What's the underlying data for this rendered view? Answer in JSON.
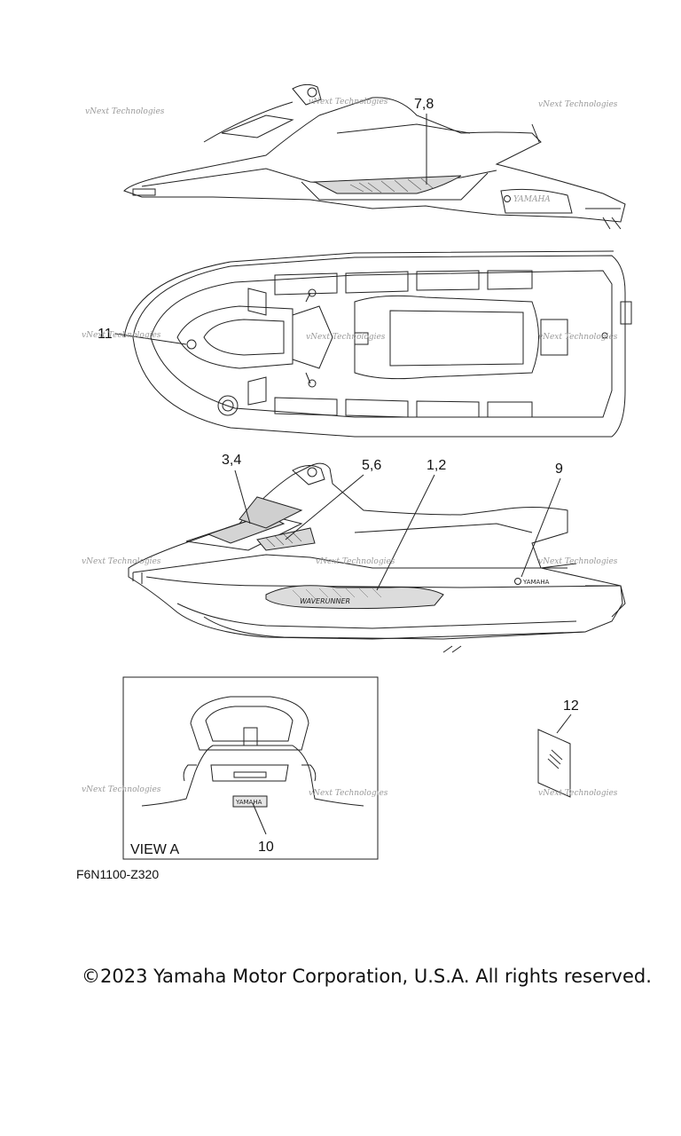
{
  "callouts": {
    "c78": "7,8",
    "c11": "11",
    "c34": "3,4",
    "c56": "5,6",
    "c12": "1,2",
    "c9": "9",
    "c12b": "12",
    "c10": "10"
  },
  "view_label": "VIEW A",
  "figure_code": "F6N1100-Z320",
  "copyright": "©2023 Yamaha Motor Corporation, U.S.A. All rights reserved.",
  "watermark": "vNext Technologies",
  "decal_texts": {
    "yamaha": "YAMAHA",
    "waverunner": "WAVERUNNER"
  }
}
